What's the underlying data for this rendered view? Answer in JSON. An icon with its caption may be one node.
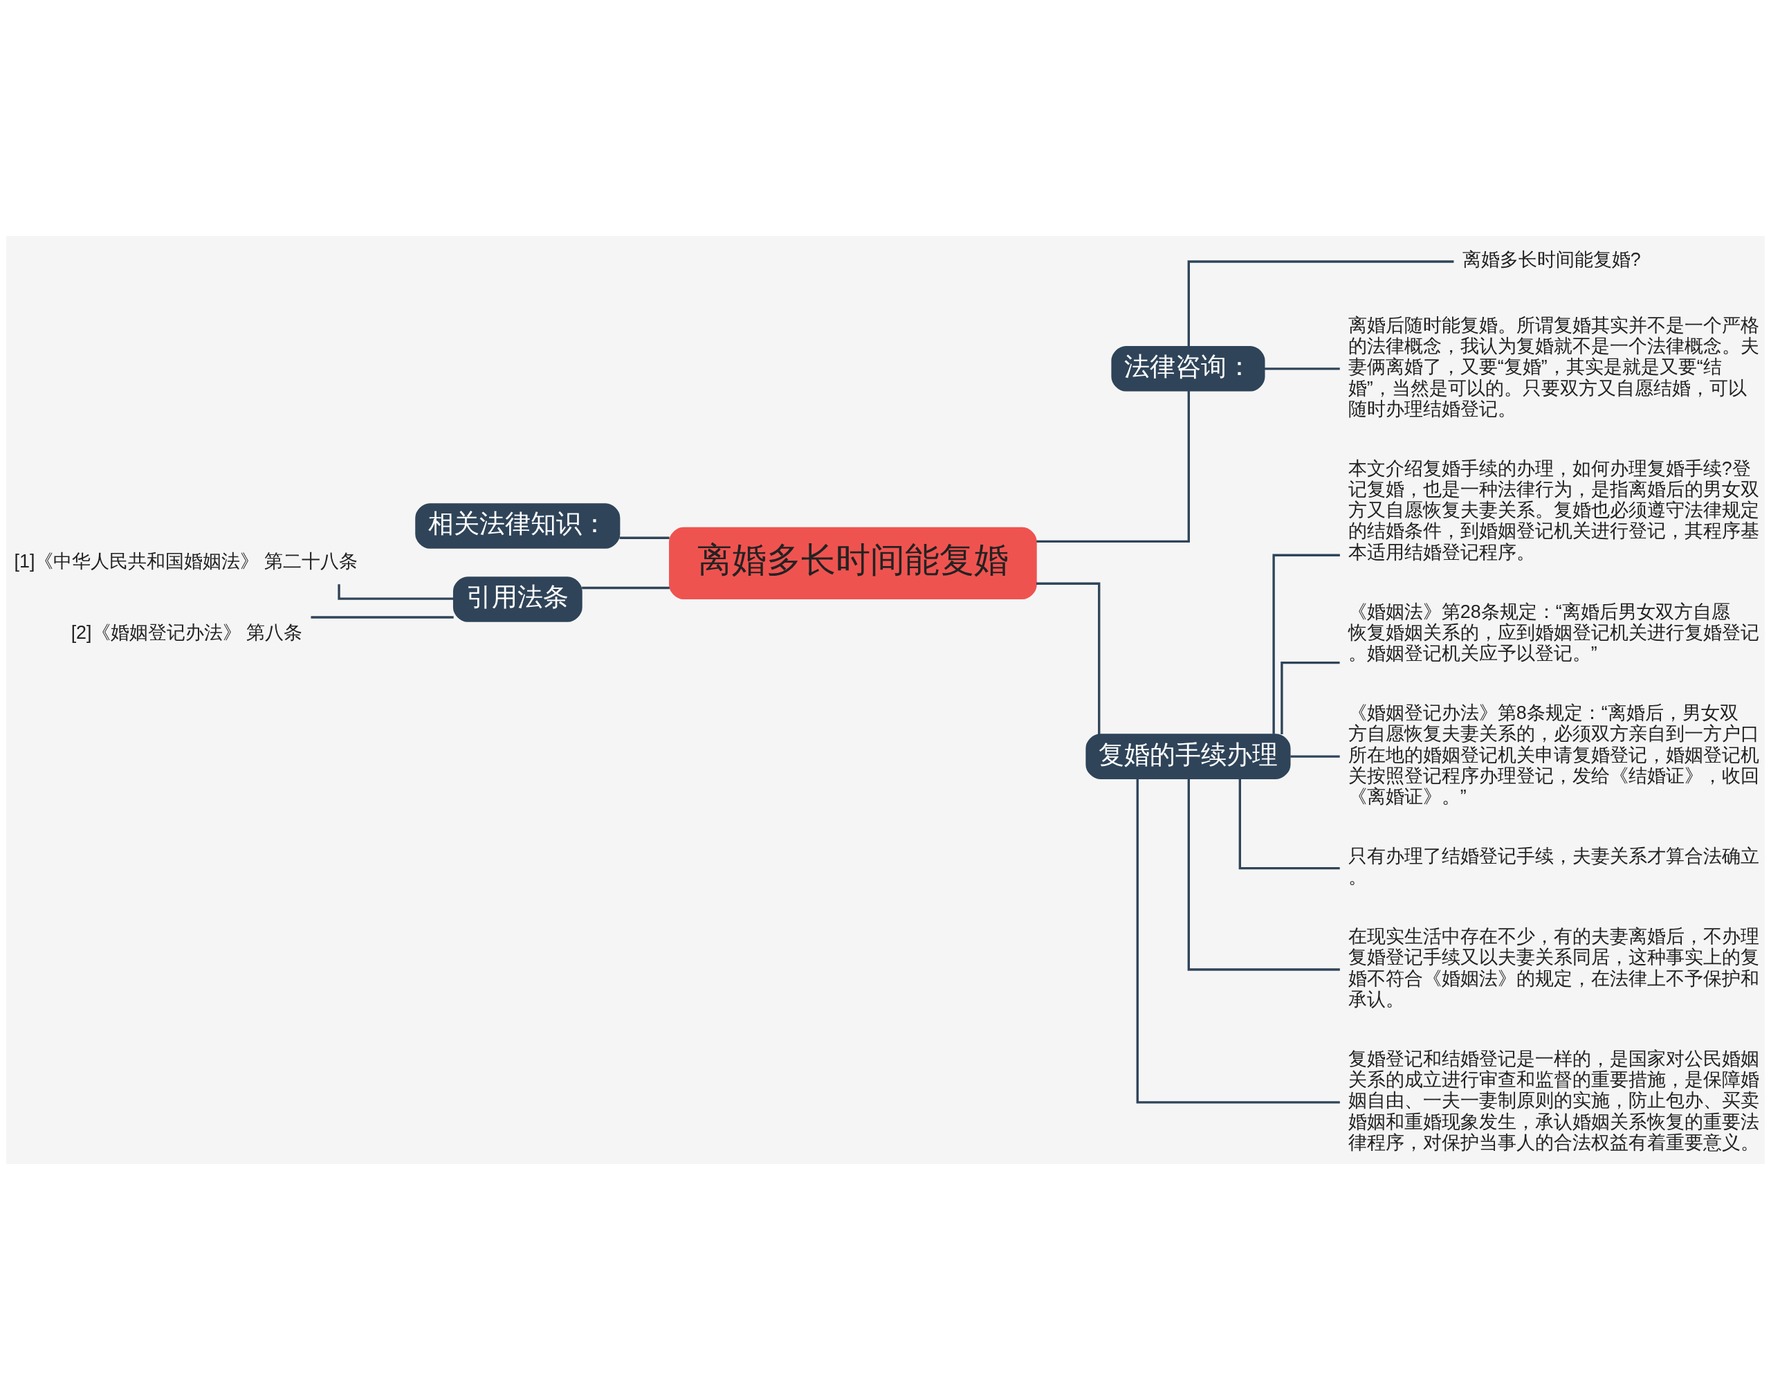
{
  "diagram": {
    "nodes": [
      {
        "text": [
          "离婚多长时间能复婚"
        ]
      },
      {
        "text": [
          "法律咨询："
        ]
      },
      {
        "text": [
          "离婚多长时间能复婚?"
        ]
      },
      {
        "text": [
          "离婚后随时能复婚。所谓复婚其实并不是一个严格的法律概念，我认为复婚就不是一个法律概念。夫妻俩离婚了，又要“复婚”，其实是就是又要“结婚”，当然是可以的。只要双方又自愿结婚，可以随时办理结婚登记。"
        ]
      },
      {
        "text": [
          "复婚的手续办理"
        ]
      },
      {
        "text": [
          "本文介绍复婚手续的办理，如何办理复婚手续?登记复婚，也是一种法律行为，是指离婚后的男女双方又自愿恢复夫妻关系。复婚也必须遵守法律规定的结婚条件，到婚姻登记机关进行登记，其程序基本适用结婚登记程序。"
        ]
      },
      {
        "text": [
          "《婚姻法》第28条规定：“离婚后男女双方自愿恢复婚姻关系的，应到婚姻登记机关进行复婚登记。婚姻登记机关应予以登记。”"
        ]
      },
      {
        "text": [
          "《婚姻登记办法》第8条规定：“离婚后，男女双方自愿恢复夫妻关系的，必须双方亲自到一方户口所在地的婚姻登记机关申请复婚登记，婚姻登记机关按照登记程序办理登记，发给《结婚证》，收回《离婚证》。”"
        ]
      },
      {
        "text": [
          "只有办理了结婚登记手续，夫妻关系才算合法确立。"
        ]
      },
      {
        "text": [
          "在现实生活中存在不少，有的夫妻离婚后，不办理复婚登记手续又以夫妻关系同居，这种事实上的复婚不符合《婚姻法》的规定，在法律上不予保护和承认。"
        ]
      },
      {
        "text": [
          "复婚登记和结婚登记是一样的，是国家对公民婚姻关系的成立进行审查和监督的重要措施，是保障婚姻自由、一夫一妻制原则的实施，防止包办、买卖婚姻和重婚现象发生，承认婚姻关系恢复的重要法律程序，对保护当事人的合法权益有着重要意义。"
        ]
      },
      {
        "text": [
          "相关法律知识："
        ]
      },
      {
        "text": [
          "引用法条"
        ]
      },
      {
        "text": [
          "[1]《中华人民共和国婚姻法》 第二十八条"
        ]
      },
      {
        "text": [
          "[2]《婚姻登记办法》 第八条"
        ]
      }
    ],
    "edges": [
      {
        "from": 0,
        "to": 1,
        "arrow": "none"
      },
      {
        "from": 1,
        "to": 2,
        "arrow": "none"
      },
      {
        "from": 1,
        "to": 3,
        "arrow": "none"
      },
      {
        "from": 0,
        "to": 4,
        "arrow": "none"
      },
      {
        "from": 4,
        "to": 5,
        "arrow": "none"
      },
      {
        "from": 4,
        "to": 6,
        "arrow": "none"
      },
      {
        "from": 4,
        "to": 7,
        "arrow": "none"
      },
      {
        "from": 4,
        "to": 8,
        "arrow": "none"
      },
      {
        "from": 4,
        "to": 9,
        "arrow": "none"
      },
      {
        "from": 4,
        "to": 10,
        "arrow": "none"
      },
      {
        "from": 0,
        "to": 11,
        "arrow": "none"
      },
      {
        "from": 0,
        "to": 12,
        "arrow": "none"
      },
      {
        "from": 12,
        "to": 13,
        "arrow": "none"
      },
      {
        "from": 12,
        "to": 14,
        "arrow": "none"
      }
    ]
  }
}
